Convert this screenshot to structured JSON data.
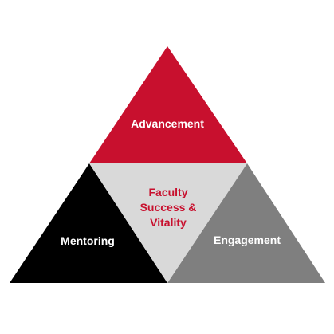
{
  "diagram": {
    "top": {
      "label": "Advancement",
      "fill": "#c8102e",
      "text_color": "#ffffff"
    },
    "left": {
      "label": "Mentoring",
      "fill": "#000000",
      "text_color": "#ffffff"
    },
    "right": {
      "label": "Engagement",
      "fill": "#7f7f7f",
      "text_color": "#ffffff"
    },
    "center": {
      "lines": [
        "Faculty",
        "Success &",
        "Vitality"
      ],
      "fill": "#d9d9d9",
      "text_color": "#c8102e"
    }
  }
}
